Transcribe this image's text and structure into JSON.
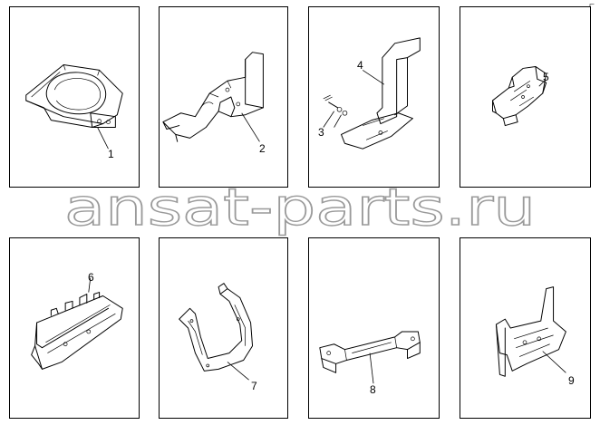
{
  "watermark": {
    "text": "ansat-parts.ru"
  },
  "parts": [
    {
      "label": "1"
    },
    {
      "label": "2"
    },
    {
      "label": "3"
    },
    {
      "label": "4"
    },
    {
      "label": "5"
    },
    {
      "label": "6"
    },
    {
      "label": "7"
    },
    {
      "label": "8"
    },
    {
      "label": "9"
    }
  ],
  "colors": {
    "line": "#000000",
    "watermark_fill": "#ffffff",
    "watermark_stroke": "#9a9a9a"
  }
}
